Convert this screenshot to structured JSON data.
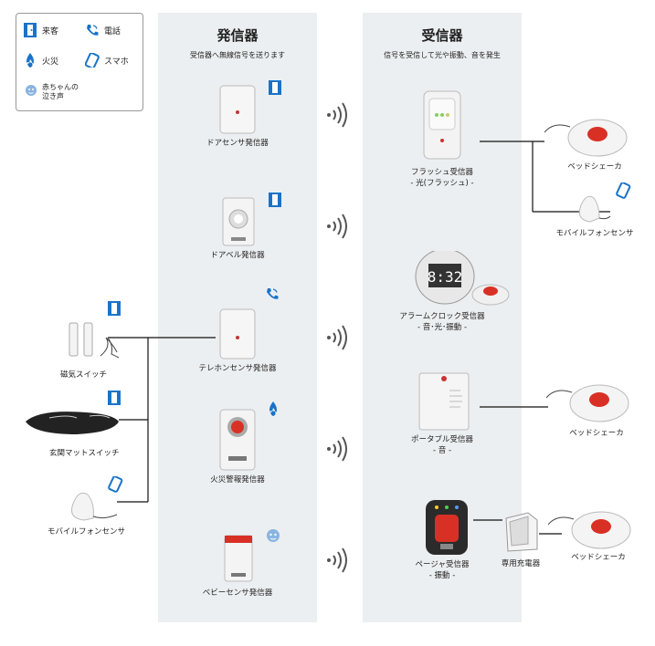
{
  "legend": {
    "visitor": "来客",
    "phone": "電話",
    "fire": "火災",
    "smartphone": "スマホ",
    "baby_cry": "赤ちゃんの\n泣き声"
  },
  "transmitters": {
    "title": "発信器",
    "subtitle": "受信器へ無線信号を送ります",
    "items": [
      "ドアセンサ発信器",
      "ドアベル発信器",
      "テレホンセンサ発信器",
      "火災警報発信器",
      "ベビーセンサ発信器"
    ]
  },
  "receivers": {
    "title": "受信器",
    "subtitle": "信号を受信して光や振動、音を発生",
    "items": [
      {
        "name": "フラッシュ受信器",
        "mode": "- 光(フラッシュ) -"
      },
      {
        "name": "アラームクロック受信器",
        "mode": "- 音･光･振動 -"
      },
      {
        "name": "ポータブル受信器",
        "mode": "- 音 -"
      },
      {
        "name": "ページャ受信器",
        "mode": "- 振動 -"
      }
    ]
  },
  "left_accessories": [
    "磁気スイッチ",
    "玄関マットスイッチ",
    "モバイルフォンセンサ"
  ],
  "right_accessories": {
    "bed_shaker": "ベッドシェーカ",
    "mobile_sensor": "モバイルフォンセンサ",
    "charger": "専用充電器"
  },
  "colors": {
    "accent_blue": "#1a73c8",
    "column_bg": "#eceff1",
    "alert_red": "#d93025"
  }
}
